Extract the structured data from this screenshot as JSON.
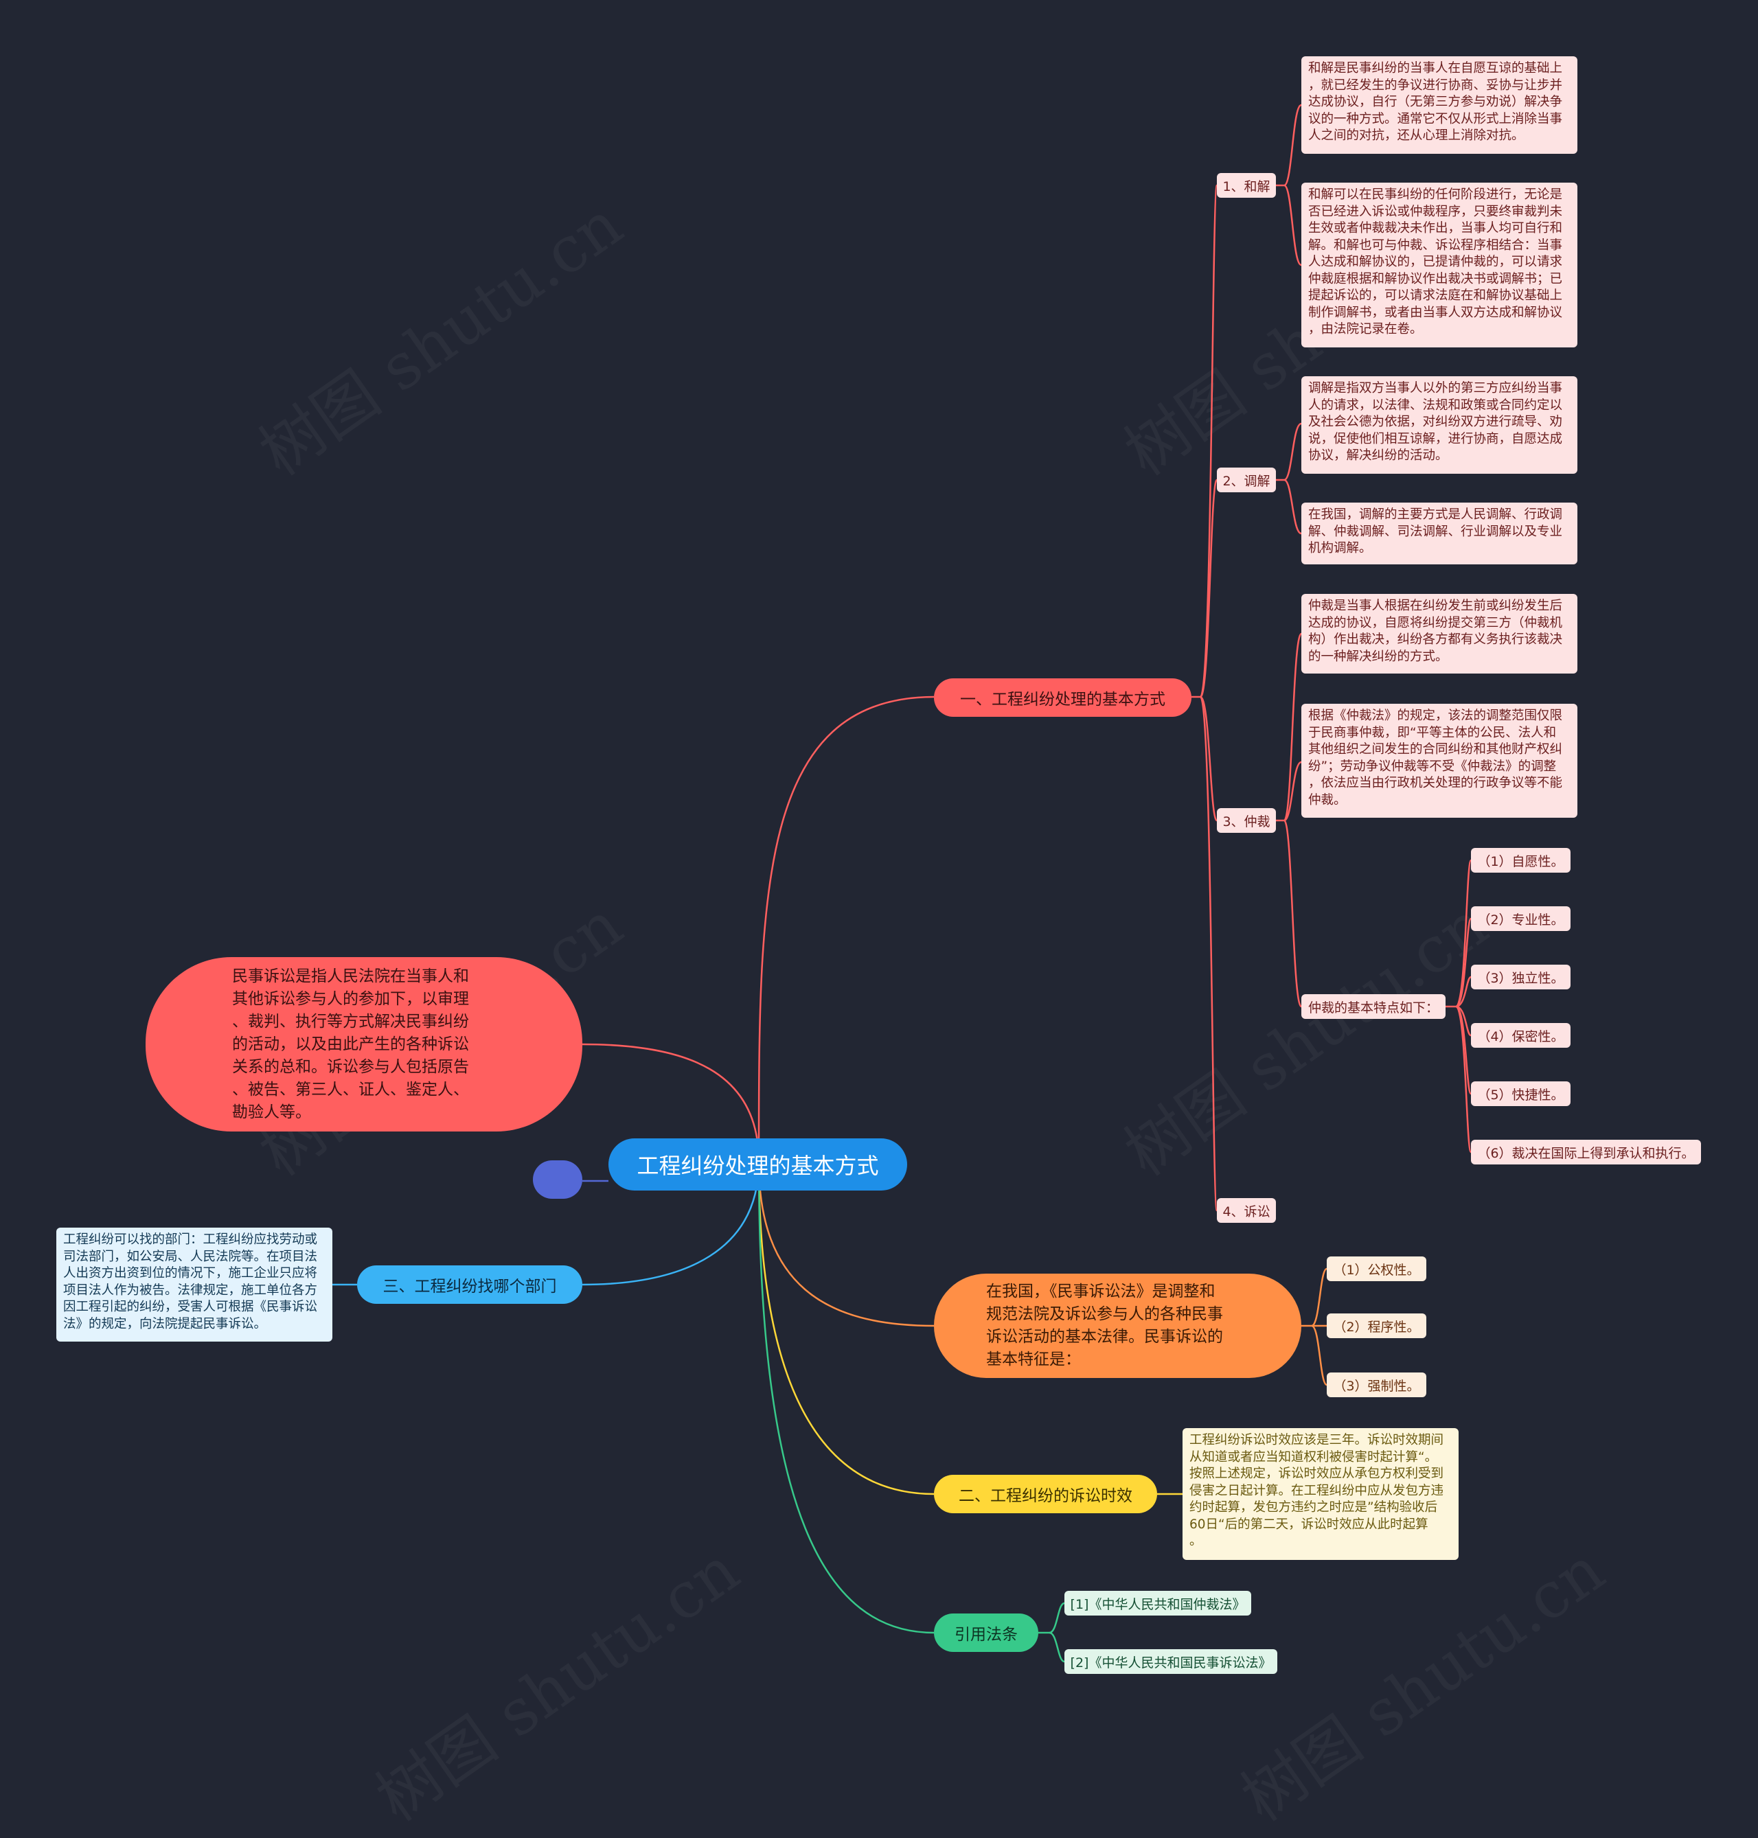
{
  "root": {
    "label": "工程纠纷处理的基本方式"
  },
  "watermark": "树图 shutu.cn",
  "colors": {
    "background": "#222633",
    "root": "#1e8fe8",
    "red": "#ff5f5f",
    "orange": "#ff8f46",
    "yellow": "#ffd838",
    "green": "#37c98a",
    "blue": "#3ab3f5",
    "stub": "#5468d6"
  },
  "branch_methods": {
    "label": "一、工程纠纷处理的基本方式",
    "heje": {
      "label": "1、和解",
      "note1": "和解是民事纠纷的当事人在自愿互谅的基础上\n，就已经发生的争议进行协商、妥协与让步并\n达成协议，自行（无第三方参与劝说）解决争\n议的一种方式。通常它不仅从形式上消除当事\n人之间的对抗，还从心理上消除对抗。",
      "note2": "和解可以在民事纠纷的任何阶段进行，无论是\n否已经进入诉讼或仲裁程序，只要终审裁判未\n生效或者仲裁裁决未作出，当事人均可自行和\n解。和解也可与仲裁、诉讼程序相结合：当事\n人达成和解协议的，已提请仲裁的，可以请求\n仲裁庭根据和解协议作出裁决书或调解书；已\n提起诉讼的，可以请求法庭在和解协议基础上\n制作调解书，或者由当事人双方达成和解协议\n，由法院记录在卷。"
    },
    "tiaojie": {
      "label": "2、调解",
      "note1": "调解是指双方当事人以外的第三方应纠纷当事\n人的请求，以法律、法规和政策或合同约定以\n及社会公德为依据，对纠纷双方进行疏导、劝\n说，促使他们相互谅解，进行协商，自愿达成\n协议，解决纠纷的活动。",
      "note2": "在我国，调解的主要方式是人民调解、行政调\n解、仲裁调解、司法调解、行业调解以及专业\n机构调解。"
    },
    "zhongcai": {
      "label": "3、仲裁",
      "note1": "仲裁是当事人根据在纠纷发生前或纠纷发生后\n达成的协议，自愿将纠纷提交第三方（仲裁机\n构）作出裁决，纠纷各方都有义务执行该裁决\n的一种解决纠纷的方式。",
      "note2": "根据《仲裁法》的规定，该法的调整范围仅限\n于民商事仲裁，即“平等主体的公民、法人和\n其他组织之间发生的合同纠纷和其他财产权纠\n纷”；劳动争议仲裁等不受《仲裁法》的调整\n，依法应当由行政机关处理的行政争议等不能\n仲裁。",
      "features": {
        "label": "仲裁的基本特点如下：",
        "items": [
          "（1）自愿性。",
          "（2）专业性。",
          "（3）独立性。",
          "（4）保密性。",
          "（5）快捷性。",
          "（6）裁决在国际上得到承认和执行。"
        ]
      }
    },
    "susong": {
      "label": "4、诉讼"
    }
  },
  "branch_civil_def": {
    "text": "民事诉讼是指人民法院在当事人和\n其他诉讼参与人的参加下，以审理\n、裁判、执行等方式解决民事纠纷\n的活动，以及由此产生的各种诉讼\n关系的总和。诉讼参与人包括原告\n、被告、第三人、证人、鉴定人、\n勘验人等。"
  },
  "branch_civil_law": {
    "text": "在我国，《民事诉讼法》是调整和\n规范法院及诉讼参与人的各种民事\n诉讼活动的基本法律。民事诉讼的\n基本特征是：",
    "items": [
      "（1）公权性。",
      "（2）程序性。",
      "（3）强制性。"
    ]
  },
  "branch_limitation": {
    "label": "二、工程纠纷的诉讼时效",
    "note": "工程纠纷诉讼时效应该是三年。诉讼时效期间\n从知道或者应当知道权利被侵害时起计算“。\n按照上述规定，诉讼时效应从承包方权利受到\n侵害之日起计算。在工程纠纷中应从发包方违\n约时起算，发包方违约之时应是”结构验收后\n60日“后的第二天，诉讼时效应从此时起算\n。"
  },
  "branch_laws": {
    "label": "引用法条",
    "items": [
      "[1]《中华人民共和国仲裁法》",
      "[2]《中华人民共和国民事诉讼法》"
    ]
  },
  "branch_department": {
    "label": "三、工程纠纷找哪个部门",
    "note": "工程纠纷可以找的部门：工程纠纷应找劳动或\n司法部门，如公安局、人民法院等。在项目法\n人出资方出资到位的情况下，施工企业只应将\n项目法人作为被告。法律规定，施工单位各方\n因工程引起的纠纷，受害人可根据《民事诉讼\n法》的规定，向法院提起民事诉讼。"
  }
}
